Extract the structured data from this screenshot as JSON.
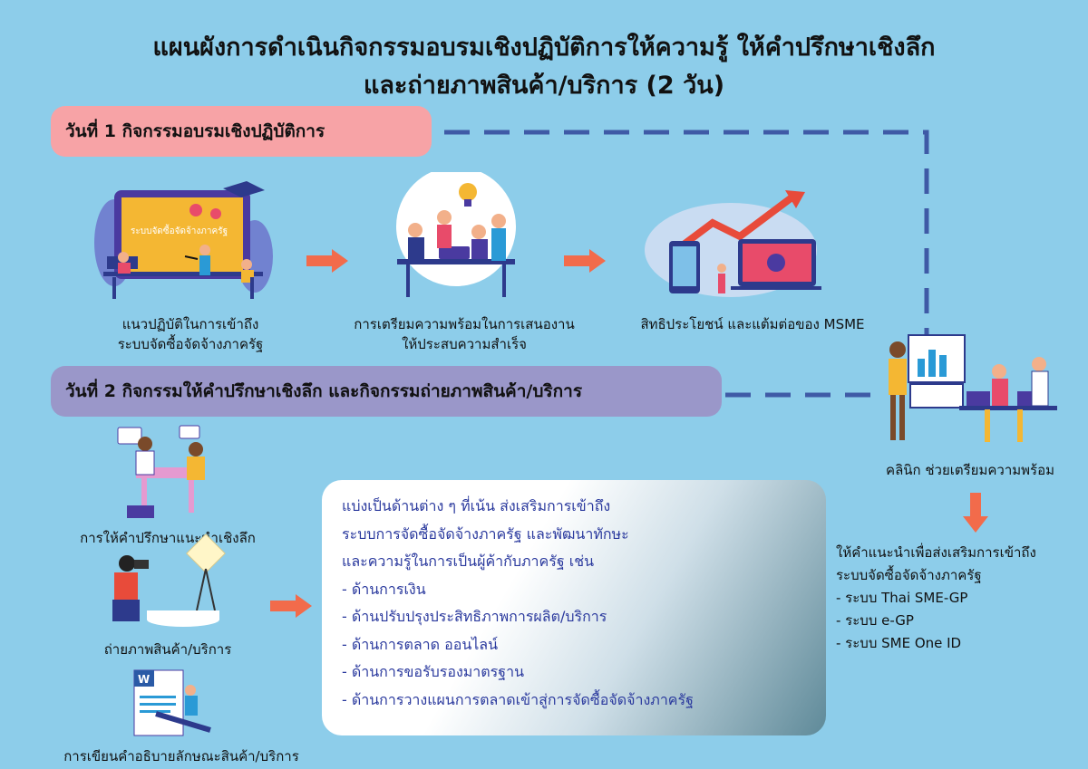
{
  "title": {
    "line1": "แผนผังการดำเนินกิจกรรมอบรมเชิงปฏิบัติการให้ความรู้ ให้คำปรึกษาเชิงลึก",
    "line2": "และถ่ายภาพสินค้า/บริการ (2 วัน)"
  },
  "day1": {
    "banner": "วันที่ 1 กิจกรรมอบรมเชิงปฏิบัติการ",
    "screen_text": "ระบบจัดซื้อจัดจ้างภาครัฐ",
    "steps": [
      {
        "line1": "แนวปฏิบัติในการเข้าถึง",
        "line2": "ระบบจัดซื้อจัดจ้างภาครัฐ"
      },
      {
        "line1": "การเตรียมความพร้อมในการเสนองาน",
        "line2": "ให้ประสบความสำเร็จ"
      },
      {
        "line1": "สิทธิประโยชน์ และแต้มต่อของ MSME",
        "line2": ""
      }
    ]
  },
  "day2": {
    "banner": "วันที่ 2 กิจกรรมให้คำปรึกษาเชิงลึก และกิจกรรมถ่ายภาพสินค้า/บริการ",
    "items": [
      "การให้คำปรึกษาแนะนำเชิงลึก",
      "ถ่ายภาพสินค้า/บริการ",
      "การเขียนคำอธิบายลักษณะสินค้า/บริการ"
    ]
  },
  "panel": {
    "lines": [
      "แบ่งเป็นด้านต่าง ๆ ที่เน้น ส่งเสริมการเข้าถึง",
      "ระบบการจัดซื้อจัดจ้างภาครัฐ และพัฒนาทักษะ",
      "และความรู้ในการเป็นผู้ค้ากับภาครัฐ เช่น",
      "- ด้านการเงิน",
      "- ด้านปรับปรุงประสิทธิภาพการผลิต/บริการ",
      "- ด้านการตลาด ออนไลน์",
      "- ด้านการขอรับรองมาตรฐาน",
      "- ด้านการวางแผนการตลาดเข้าสู่การจัดซื้อจัดจ้างภาครัฐ"
    ]
  },
  "clinic": {
    "caption": "คลินิก ช่วยเตรียมความพร้อม",
    "lines": [
      "ให้คำแนะนำเพื่อส่งเสริมการเข้าถึง",
      "ระบบจัดซื้อจัดจ้างภาครัฐ",
      "- ระบบ Thai SME-GP",
      "- ระบบ e-GP",
      "- ระบบ SME One ID"
    ]
  },
  "colors": {
    "background": "#8dcdea",
    "day1_banner": "#f7a3a6",
    "day2_banner": "#9a97c9",
    "arrow": "#f26b4b",
    "dash": "#3f5aa6",
    "panel_text": "#2b3a9e"
  },
  "icons": {
    "arrow": "arrow-right-icon",
    "arrow_down": "arrow-down-icon"
  }
}
